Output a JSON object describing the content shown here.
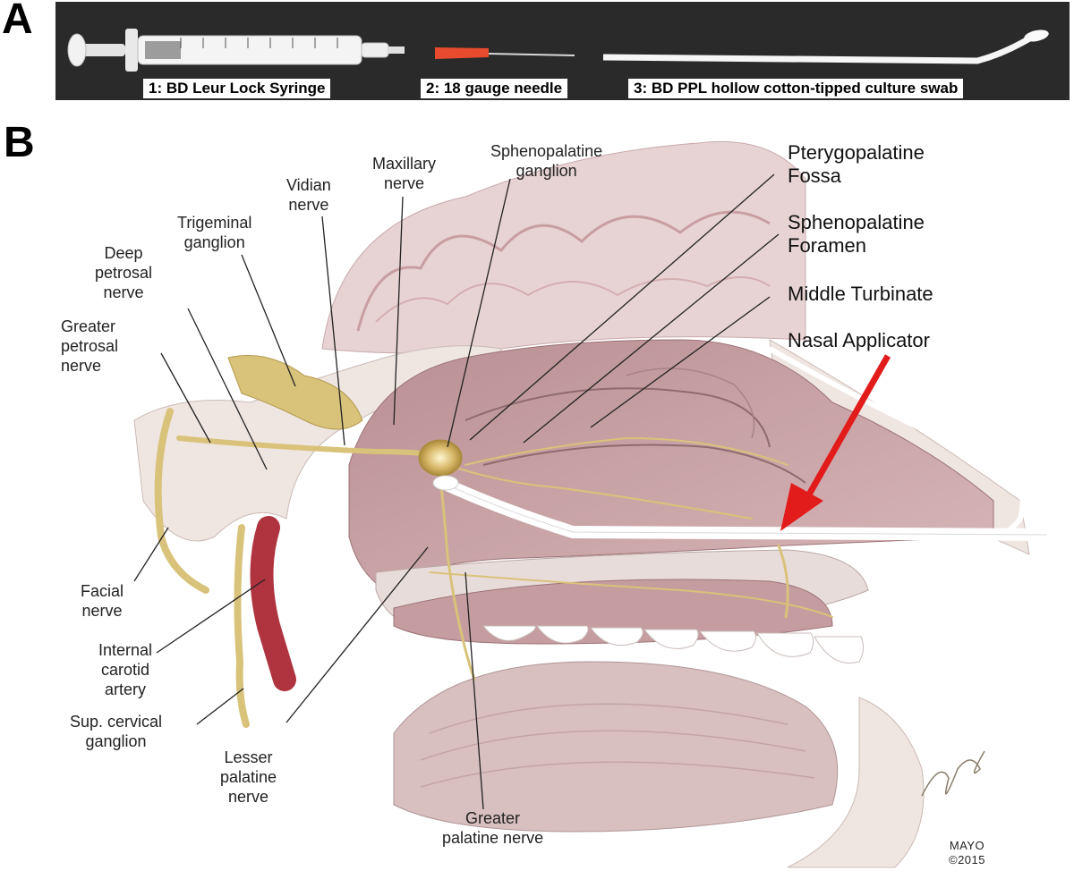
{
  "panels": {
    "a": "A",
    "b": "B"
  },
  "panel_a": {
    "items": [
      {
        "label": "1: BD Leur Lock Syringe"
      },
      {
        "label": "2: 18 gauge needle"
      },
      {
        "label": "3: BD PPL hollow cotton-tipped culture swab"
      }
    ]
  },
  "panel_b": {
    "labels": {
      "sphenopalatine_ganglion": "Sphenopalatine\nganglion",
      "maxillary_nerve": "Maxillary\nnerve",
      "vidian_nerve": "Vidian\nnerve",
      "trigeminal_ganglion": "Trigeminal\nganglion",
      "deep_petrosal_nerve": "Deep\npetrosal\nnerve",
      "greater_petrosal_nerve": "Greater\npetrosal\nnerve",
      "facial_nerve": "Facial\nnerve",
      "internal_carotid_artery": "Internal\ncarotid\nartery",
      "sup_cervical_ganglion": "Sup. cervical\nganglion",
      "lesser_palatine_nerve": "Lesser\npalatine\nnerve",
      "greater_palatine_nerve": "Greater\npalatine nerve",
      "pterygopalatine_fossa": "Pterygopalatine\nFossa",
      "sphenopalatine_foramen": "Sphenopalatine\nForamen",
      "middle_turbinate": "Middle Turbinate",
      "nasal_applicator": "Nasal Applicator"
    },
    "credit": "MAYO\n©2015"
  },
  "colors": {
    "photo_background": "#2a2a2a",
    "tissue": "#c9a3a6",
    "bone": "#efe6e2",
    "nerve": "#d9c27a",
    "artery": "#b0343f",
    "applicator": "#ffffff",
    "pointer_arrow": "#e21b1b"
  }
}
